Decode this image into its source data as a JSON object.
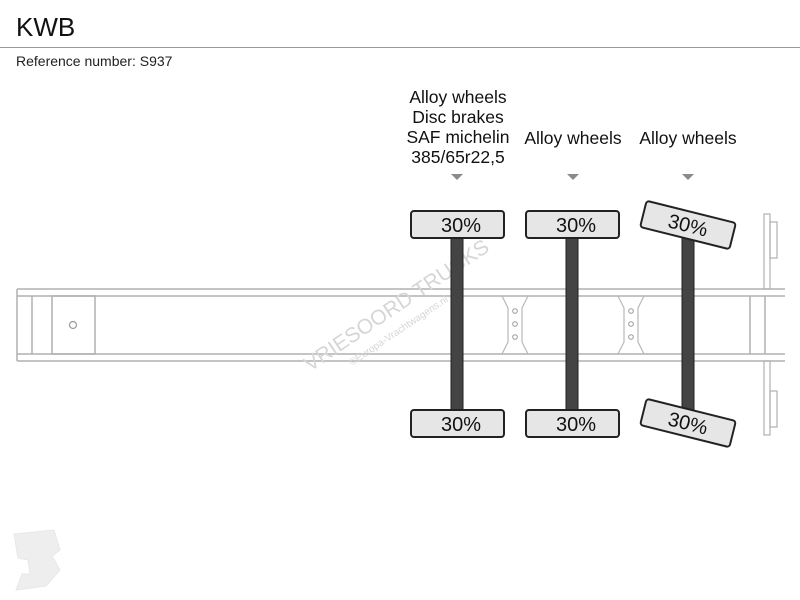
{
  "header": {
    "title": "KWB",
    "reference": "Reference number: S937"
  },
  "axles": [
    {
      "spec_lines": [
        "Alloy wheels",
        "Disc brakes",
        "SAF michelin",
        "385/65r22,5"
      ],
      "tyre_top": "30%",
      "tyre_bottom": "30%",
      "steering": false
    },
    {
      "spec_lines": [
        "Alloy wheels"
      ],
      "tyre_top": "30%",
      "tyre_bottom": "30%",
      "steering": false
    },
    {
      "spec_lines": [
        "Alloy wheels"
      ],
      "tyre_top": "30%",
      "tyre_bottom": "30%",
      "steering": true
    }
  ],
  "watermark": {
    "brand": "VRIESOORD TRUCKS",
    "site": "©Europa-Vrachtwagens.nl"
  },
  "icons": {
    "axle_marker": "triangle-down-icon",
    "brand_logo": "europa-logo-icon"
  },
  "colors": {
    "frame_stroke": "#b0b0b0",
    "axle_bar": "#444444",
    "tyre_fill": "#e6e6e6",
    "tyre_stroke": "#222222",
    "marker": "#8a8a8a"
  }
}
